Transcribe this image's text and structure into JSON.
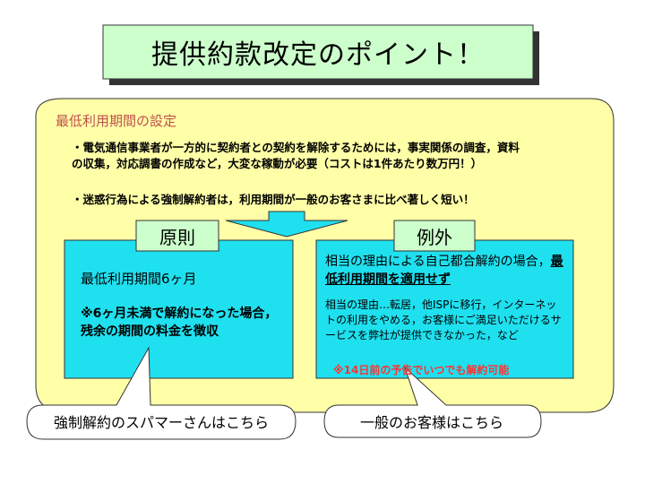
{
  "title": "提供約款改定のポイント！",
  "section_title": "最低利用期間の設定",
  "bullets": [
    "・電気通信事業者が一方的に契約者との契約を解除するためには，事実関係の調査，資料の収集，対応調書の作成など，大変な稼動が必要（コストは1件あたり数万円！）",
    "・迷惑行為による強制解約者は，利用期間が一般のお客さまに比べ著しく短い！"
  ],
  "principle": {
    "label": "原則",
    "line1": "最低利用期間6ヶ月",
    "line2": "※6ヶ月未満で解約になった場合，残余の期間の料金を徴収"
  },
  "exception": {
    "label": "例外",
    "line1_a": "相当の理由による自己都合解約の場合，",
    "line1_b": "最低利用期間を適用せず",
    "line2": "相当の理由…転居，他ISPに移行，インターネットの利用をやめる，お客様にご満足いただけるサービスを弊社が提供できなかった，など",
    "line3": "※14日前の予告でいつでも解約可能"
  },
  "bubble_left": "強制解約のスパマーさんはこちら",
  "bubble_right": "一般のお客様はこちら",
  "colors": {
    "panel": "#ffffa8",
    "box": "#1fe0ef",
    "tag": "#ccffcc",
    "title_bg": "#ccffcc",
    "accent_red": "#ff3333"
  }
}
